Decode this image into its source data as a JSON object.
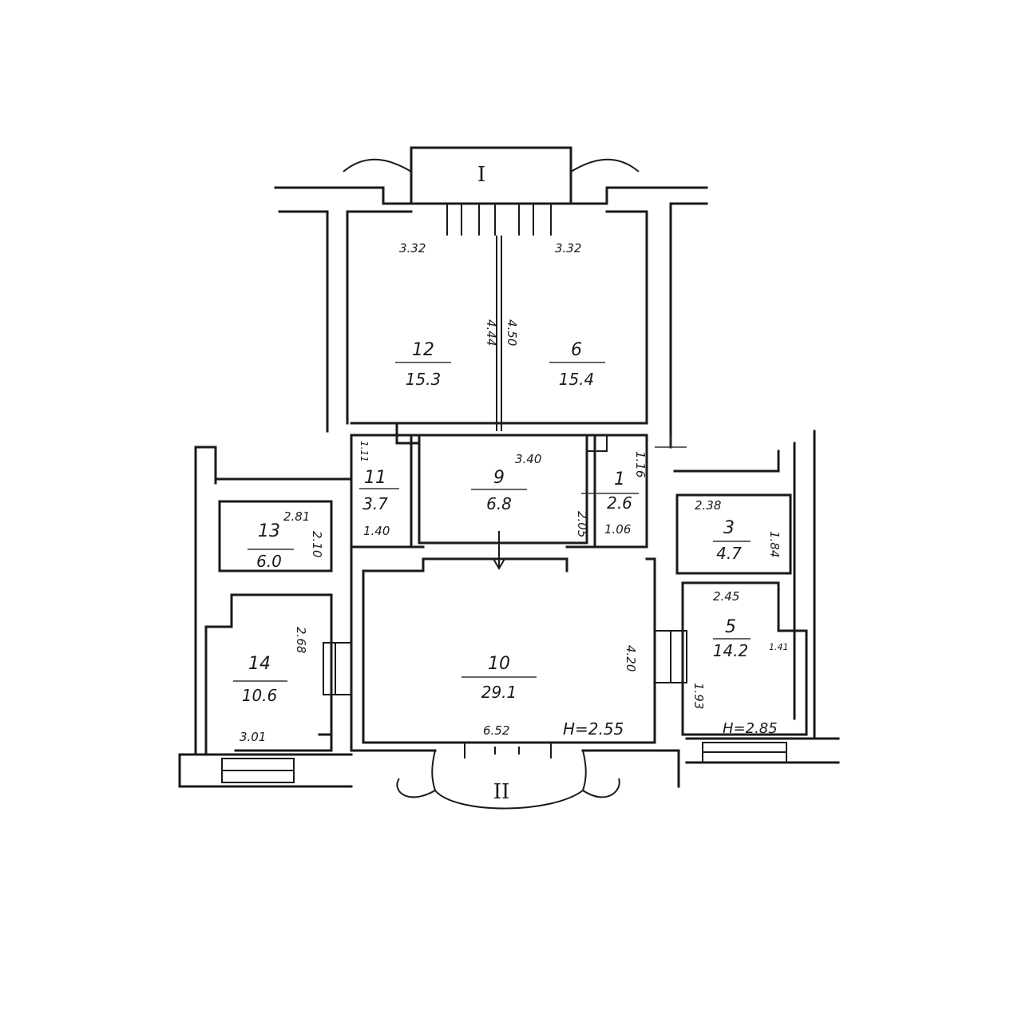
{
  "entrances": {
    "top": "I",
    "bottom": "II"
  },
  "rooms": [
    {
      "id": "12",
      "number": "12",
      "area": "15.3"
    },
    {
      "id": "6",
      "number": "6",
      "area": "15.4"
    },
    {
      "id": "11",
      "number": "11",
      "area": "3.7"
    },
    {
      "id": "9",
      "number": "9",
      "area": "6.8"
    },
    {
      "id": "1",
      "number": "1",
      "area": "2.6"
    },
    {
      "id": "13",
      "number": "13",
      "area": "6.0"
    },
    {
      "id": "3",
      "number": "3",
      "area": "4.7"
    },
    {
      "id": "14",
      "number": "14",
      "area": "10.6"
    },
    {
      "id": "10",
      "number": "10",
      "area": "29.1"
    },
    {
      "id": "5",
      "number": "5",
      "area": "14.2"
    }
  ],
  "dimensions": {
    "r12_width": "3.32",
    "r6_width": "3.32",
    "r12_depth": "4.44",
    "r6_depth": "4.50",
    "r9_width": "3.40",
    "r1_depth": "1.16",
    "r11_depth": "1.11",
    "r11_width": "1.40",
    "r9_depth": "2.05",
    "r1_width": "1.06",
    "r13_width": "2.81",
    "r13_depth": "2.10",
    "r3_width": "2.38",
    "r3_depth": "1.84",
    "r14_depth": "2.68",
    "r14_width": "3.01",
    "r10_depth": "4.20",
    "r10_width": "6.52",
    "r10_height": "H=2.55",
    "r5_width": "2.45",
    "r5_side": "1.41",
    "r5_depth": "1.93",
    "r5_height": "H=2.85"
  }
}
